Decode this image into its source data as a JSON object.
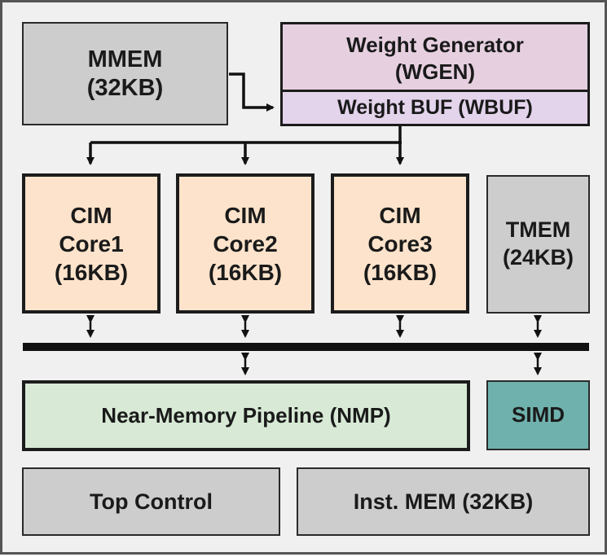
{
  "mmem": {
    "line1": "MMEM",
    "line2": "(32KB)"
  },
  "wgen": {
    "line1": "Weight Generator",
    "line2": "(WGEN)",
    "buffer": "Weight BUF (WBUF)"
  },
  "cores": [
    {
      "line1": "CIM",
      "line2": "Core1",
      "line3": "(16KB)"
    },
    {
      "line1": "CIM",
      "line2": "Core2",
      "line3": "(16KB)"
    },
    {
      "line1": "CIM",
      "line2": "Core3",
      "line3": "(16KB)"
    }
  ],
  "tmem": {
    "line1": "TMEM",
    "line2": "(24KB)"
  },
  "nmp": {
    "label": "Near-Memory Pipeline (NMP)"
  },
  "simd": {
    "label": "SIMD"
  },
  "top_control": {
    "label": "Top Control"
  },
  "inst_mem": {
    "label": "Inst. MEM (32KB)"
  },
  "colors": {
    "memory": "#cdcdcd",
    "wgen": "#e6d0e0",
    "wbuf": "#e3d4ec",
    "core": "#fde3cb",
    "nmp": "#d8ead6",
    "simd": "#6fb1ad",
    "background": "#f0f0f0"
  }
}
